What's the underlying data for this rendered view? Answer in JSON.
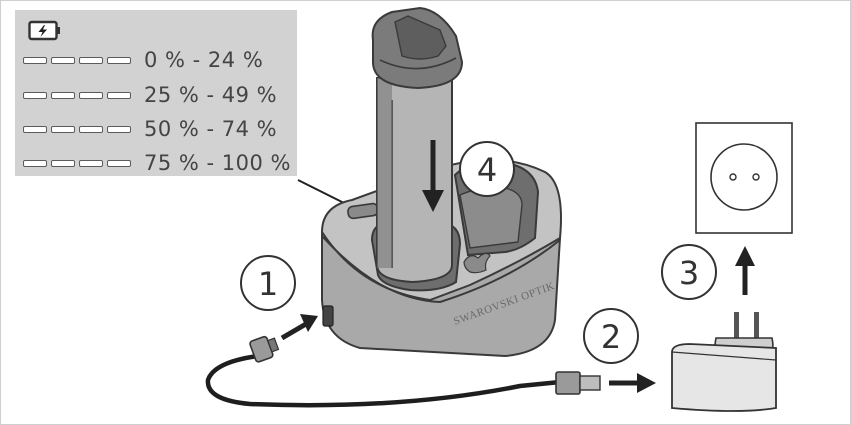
{
  "legend": {
    "battery_icon": "battery-charging-icon",
    "levels": [
      {
        "label": "0 % - 24 %"
      },
      {
        "label": "25 % - 49 %"
      },
      {
        "label": "50 % - 74 %"
      },
      {
        "label": "75 % - 100 %"
      }
    ]
  },
  "steps": {
    "step1": "1",
    "step2": "2",
    "step3": "3",
    "step4": "4"
  },
  "device": {
    "brand_text": "SWAROVSKI OPTIK"
  },
  "colors": {
    "legend_bg": "#d2d2d2",
    "device_grey": "#a9a9a9",
    "dark_grey": "#6e6e6e",
    "stroke": "#3a3a3a"
  }
}
